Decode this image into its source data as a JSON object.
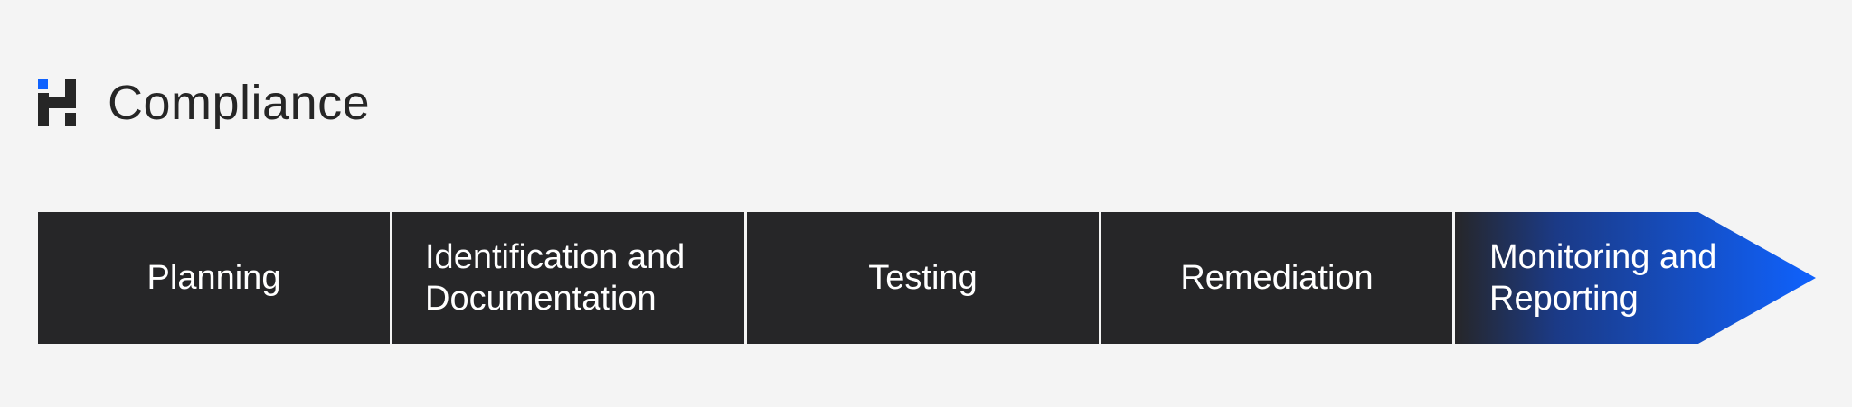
{
  "header": {
    "title": "Compliance",
    "logo_icon": "ibm-hashicorp-logo-icon",
    "logo_accent_color": "#0f62fe",
    "logo_color": "#262626"
  },
  "flow": {
    "steps": [
      {
        "label": "Planning"
      },
      {
        "label": "Identification and\nDocumentation"
      },
      {
        "label": "Testing"
      },
      {
        "label": "Remediation"
      },
      {
        "label": "Monitoring and\nReporting"
      }
    ],
    "step_color": "#262628",
    "highlight_color": "#0f62fe"
  }
}
